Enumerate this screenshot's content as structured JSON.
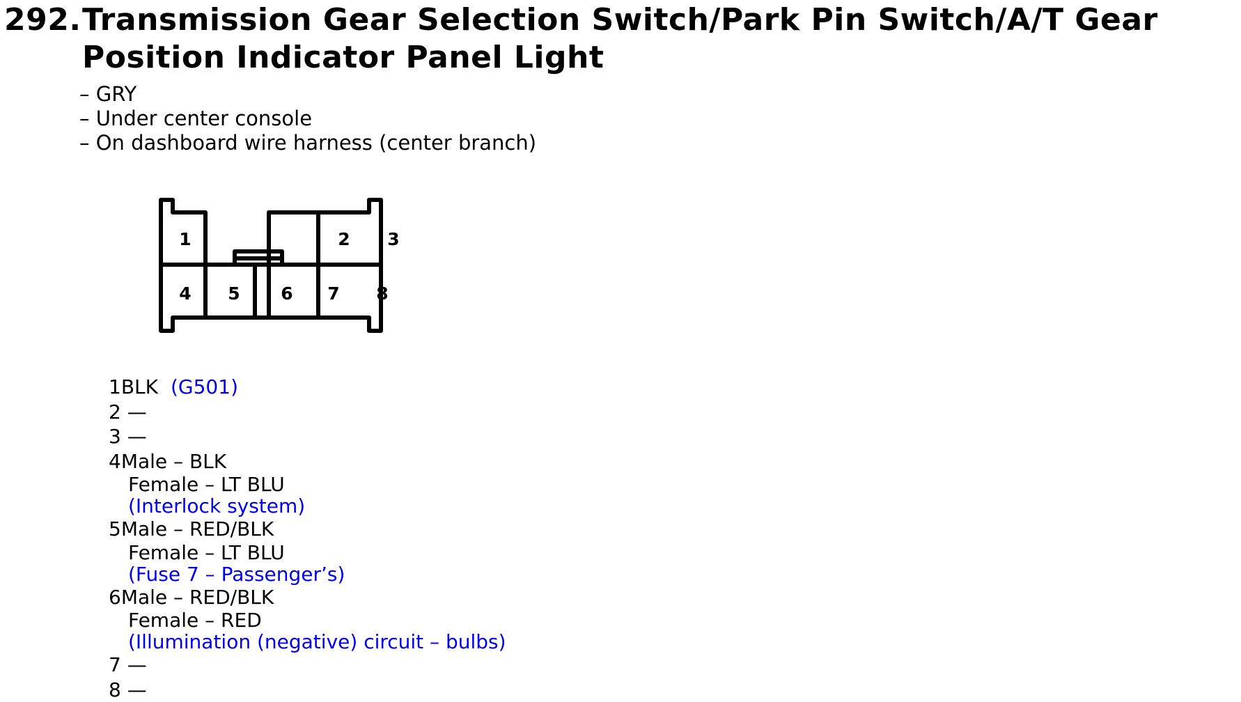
{
  "document": {
    "section_number": "292.",
    "title_line1": "Transmission Gear Selection Switch/Park Pin Switch/A/T Gear",
    "title_line2": "Position Indicator Panel Light",
    "details": [
      "– GRY",
      "– Under center console",
      "– On dashboard wire harness (center branch)"
    ]
  },
  "connector_diagram": {
    "pins_top": [
      "1",
      "2",
      "3"
    ],
    "pins_bottom": [
      "4",
      "5",
      "6",
      "7",
      "8"
    ]
  },
  "pins": [
    {
      "number": "1",
      "wire": "BLK",
      "note": "(G501)"
    },
    {
      "number": "2",
      "wire": "—"
    },
    {
      "number": "3",
      "wire": "—"
    },
    {
      "number": "4",
      "wire": "Male – BLK",
      "sub": "Female – LT BLU",
      "note": "(Interlock system)"
    },
    {
      "number": "5",
      "wire": "Male – RED/BLK",
      "sub": "Female – LT BLU",
      "note": "(Fuse 7 – Passenger’s)"
    },
    {
      "number": "6",
      "wire": "Male – RED/BLK",
      "sub": "Female – RED",
      "note": "(Illumination (negative) circuit – bulbs)"
    },
    {
      "number": "7",
      "wire": "—"
    },
    {
      "number": "8",
      "wire": "—"
    }
  ],
  "colors": {
    "text": "#000000",
    "link_note": "#0000ee",
    "background": "#ffffff"
  }
}
